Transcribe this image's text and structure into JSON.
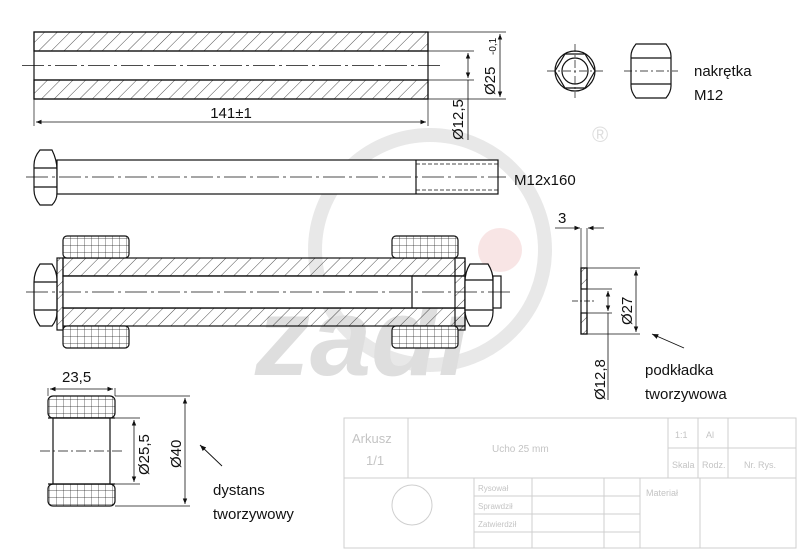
{
  "dimensions": {
    "sleeve_length": "141±1",
    "sleeve_outer": "Ø25",
    "sleeve_outer_tol": "-0,1",
    "sleeve_inner": "Ø12,5",
    "washer_thickness": "3",
    "washer_outer": "Ø27",
    "washer_inner": "Ø12,8",
    "spacer_width": "23,5",
    "spacer_inner": "Ø25,5",
    "spacer_outer": "Ø40"
  },
  "labels": {
    "bolt": "M12x160",
    "nut_line1": "nakrętka",
    "nut_line2": "M12",
    "washer_line1": "podkładka",
    "washer_line2": "tworzywowa",
    "spacer_line1": "dystans",
    "spacer_line2": "tworzywowy"
  },
  "watermark": {
    "logo_text": "zadi",
    "registered": "®"
  },
  "title_block": {
    "sheet_label": "Arkusz",
    "sheet_value": "1/1",
    "title": "Ucho 25 mm",
    "col1": "Skala",
    "col2": "Rodz.",
    "col3": "Nr. Rys.",
    "v1": "1:1",
    "v2": "Al",
    "material": "Materiał",
    "row1": "Rysował",
    "row2": "Sprawdził",
    "row3": "Zatwierdził"
  },
  "colors": {
    "line": "#111111",
    "ghost": "#c8c8c8",
    "logo_red": "#e8b0b0",
    "logo_blue": "#b8c0d8"
  }
}
